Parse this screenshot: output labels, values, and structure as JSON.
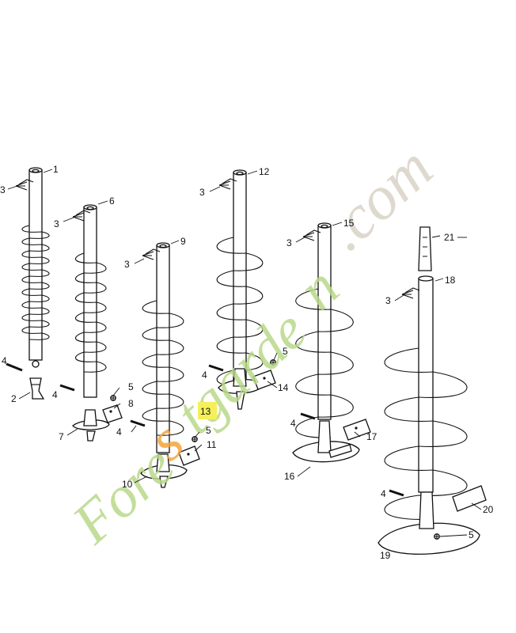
{
  "watermark": {
    "text": "Forestgarden.com",
    "color_green": "#b9d98a",
    "color_orange": "#f2a43a",
    "color_gray": "#d8d2c6"
  },
  "highlight": {
    "label": "13",
    "color": "#f5f05a"
  },
  "parts": {
    "p1": "1",
    "p2": "2",
    "p3": "3",
    "p4": "4",
    "p5": "5",
    "p6": "6",
    "p7": "7",
    "p8": "8",
    "p9": "9",
    "p10": "10",
    "p11": "11",
    "p12": "12",
    "p14": "14",
    "p15": "15",
    "p16": "16",
    "p17": "17",
    "p18": "18",
    "p19": "19",
    "p20": "20",
    "p21": "21"
  }
}
